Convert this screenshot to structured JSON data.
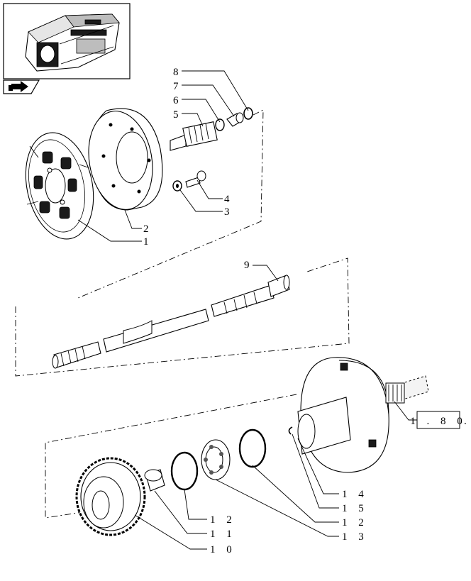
{
  "ref_box": {
    "text": "1 . 8 0",
    "suffix": "."
  },
  "callouts": [
    {
      "id": "c1",
      "text": "1"
    },
    {
      "id": "c2",
      "text": "2"
    },
    {
      "id": "c3",
      "text": "3"
    },
    {
      "id": "c4",
      "text": "4"
    },
    {
      "id": "c5",
      "text": "5"
    },
    {
      "id": "c6",
      "text": "6"
    },
    {
      "id": "c7",
      "text": "7"
    },
    {
      "id": "c8",
      "text": "8"
    },
    {
      "id": "c9",
      "text": "9"
    },
    {
      "id": "c10",
      "text": "1 0"
    },
    {
      "id": "c11",
      "text": "1 1"
    },
    {
      "id": "c12a",
      "text": "1 2"
    },
    {
      "id": "c12b",
      "text": "1 2"
    },
    {
      "id": "c13",
      "text": "1 3"
    },
    {
      "id": "c14",
      "text": "1 4"
    },
    {
      "id": "c15",
      "text": "1 5"
    }
  ],
  "icons": {
    "thumbnail": "transmission-housing-icon",
    "nav": "arrow-right-icon"
  }
}
